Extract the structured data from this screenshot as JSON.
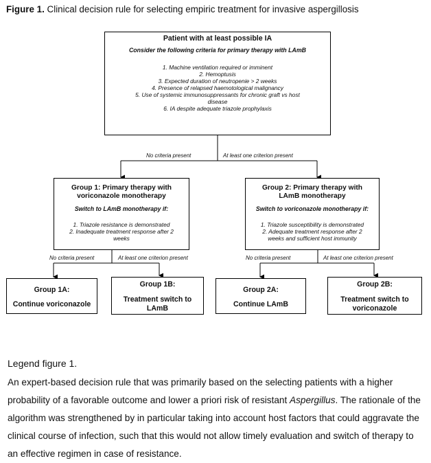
{
  "figure": {
    "label": "Figure 1.",
    "caption": "Clinical decision rule for selecting empiric treatment for invasive aspergillosis"
  },
  "top_box": {
    "title": "Patient with at least possible IA",
    "subtitle": "Consider the following criteria for primary therapy with LAmB",
    "criteria": [
      "1. Machine ventilation required or imminent",
      "2. Hemoptusis",
      "3. Expected duration of neutropenie > 2 weeks",
      "4. Presence of relapsed haemotological malignancy",
      "5. Use of systemic immunosuppressants for chronic graft vs host",
      "disease",
      "6. IA despite adequate triazole prophylaxis"
    ]
  },
  "top_edges": {
    "left": "No criteria present",
    "right": "At least one criterion present"
  },
  "group1": {
    "title_line1": "Group 1: Primary therapy with",
    "title_line2": "voriconazole monotherapy",
    "switch": "Switch to LAmB monotherapy if:",
    "criteria": [
      "1. Triazole resistance is demonstrated",
      "2. Inadequate treatment response after 2",
      "weeks"
    ],
    "edge_left": "No criteria present",
    "edge_right": "At least one criterion present"
  },
  "group2": {
    "title_line1": "Group 2: Primary therapy with",
    "title_line2": "LAmB monotherapy",
    "switch": "Switch to voriconazole monotherapy if:",
    "criteria": [
      "1. Triazole susceptibility is demonstrated",
      "2. Adequate treatment response after 2",
      "weeks and sufficient host immunity"
    ],
    "edge_left": "No criteria present",
    "edge_right": "At least one criterion present"
  },
  "leaves": {
    "g1a": {
      "title": "Group 1A:",
      "text": "Continue voriconazole"
    },
    "g1b": {
      "title": "Group 1B:",
      "text_line1": "Treatment switch to",
      "text_line2": "LAmB"
    },
    "g2a": {
      "title": "Group 2A:",
      "text": "Continue LAmB"
    },
    "g2b": {
      "title": "Group 2B:",
      "text_line1": "Treatment switch to",
      "text_line2": "voriconazole"
    }
  },
  "legend": {
    "title": "Legend figure 1.",
    "body_before": "An expert-based decision rule that was primarily based on the selecting patients with a higher probability of a favorable outcome and lower a priori risk of resistant ",
    "body_italic": "Aspergillus",
    "body_after": ". The rationale of the algorithm was strengthened by in particular taking into account host factors that could aggravate the clinical course of infection, such that this would not allow timely evaluation and switch of therapy to an effective regimen in case of resistance."
  }
}
